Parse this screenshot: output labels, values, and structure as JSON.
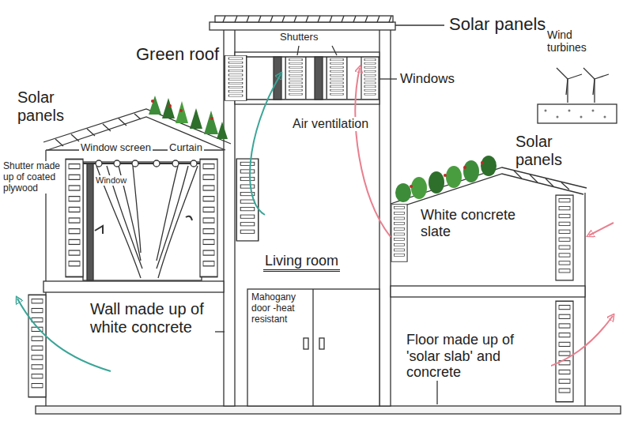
{
  "diagram": {
    "labels": [
      "Solar panels",
      "Shutters",
      "Green roof",
      "Windows",
      "Wind turbines",
      "Solar panels",
      "Air ventilation",
      "Window screen",
      "Curtain",
      "Solar panels",
      "Shutter made up of coated plywood",
      "Window",
      "White concrete slate",
      "Living room",
      "Wall made up of white concrete",
      "Mahogany door -heat resistant",
      "Floor made up of 'solar slab' and concrete"
    ]
  }
}
